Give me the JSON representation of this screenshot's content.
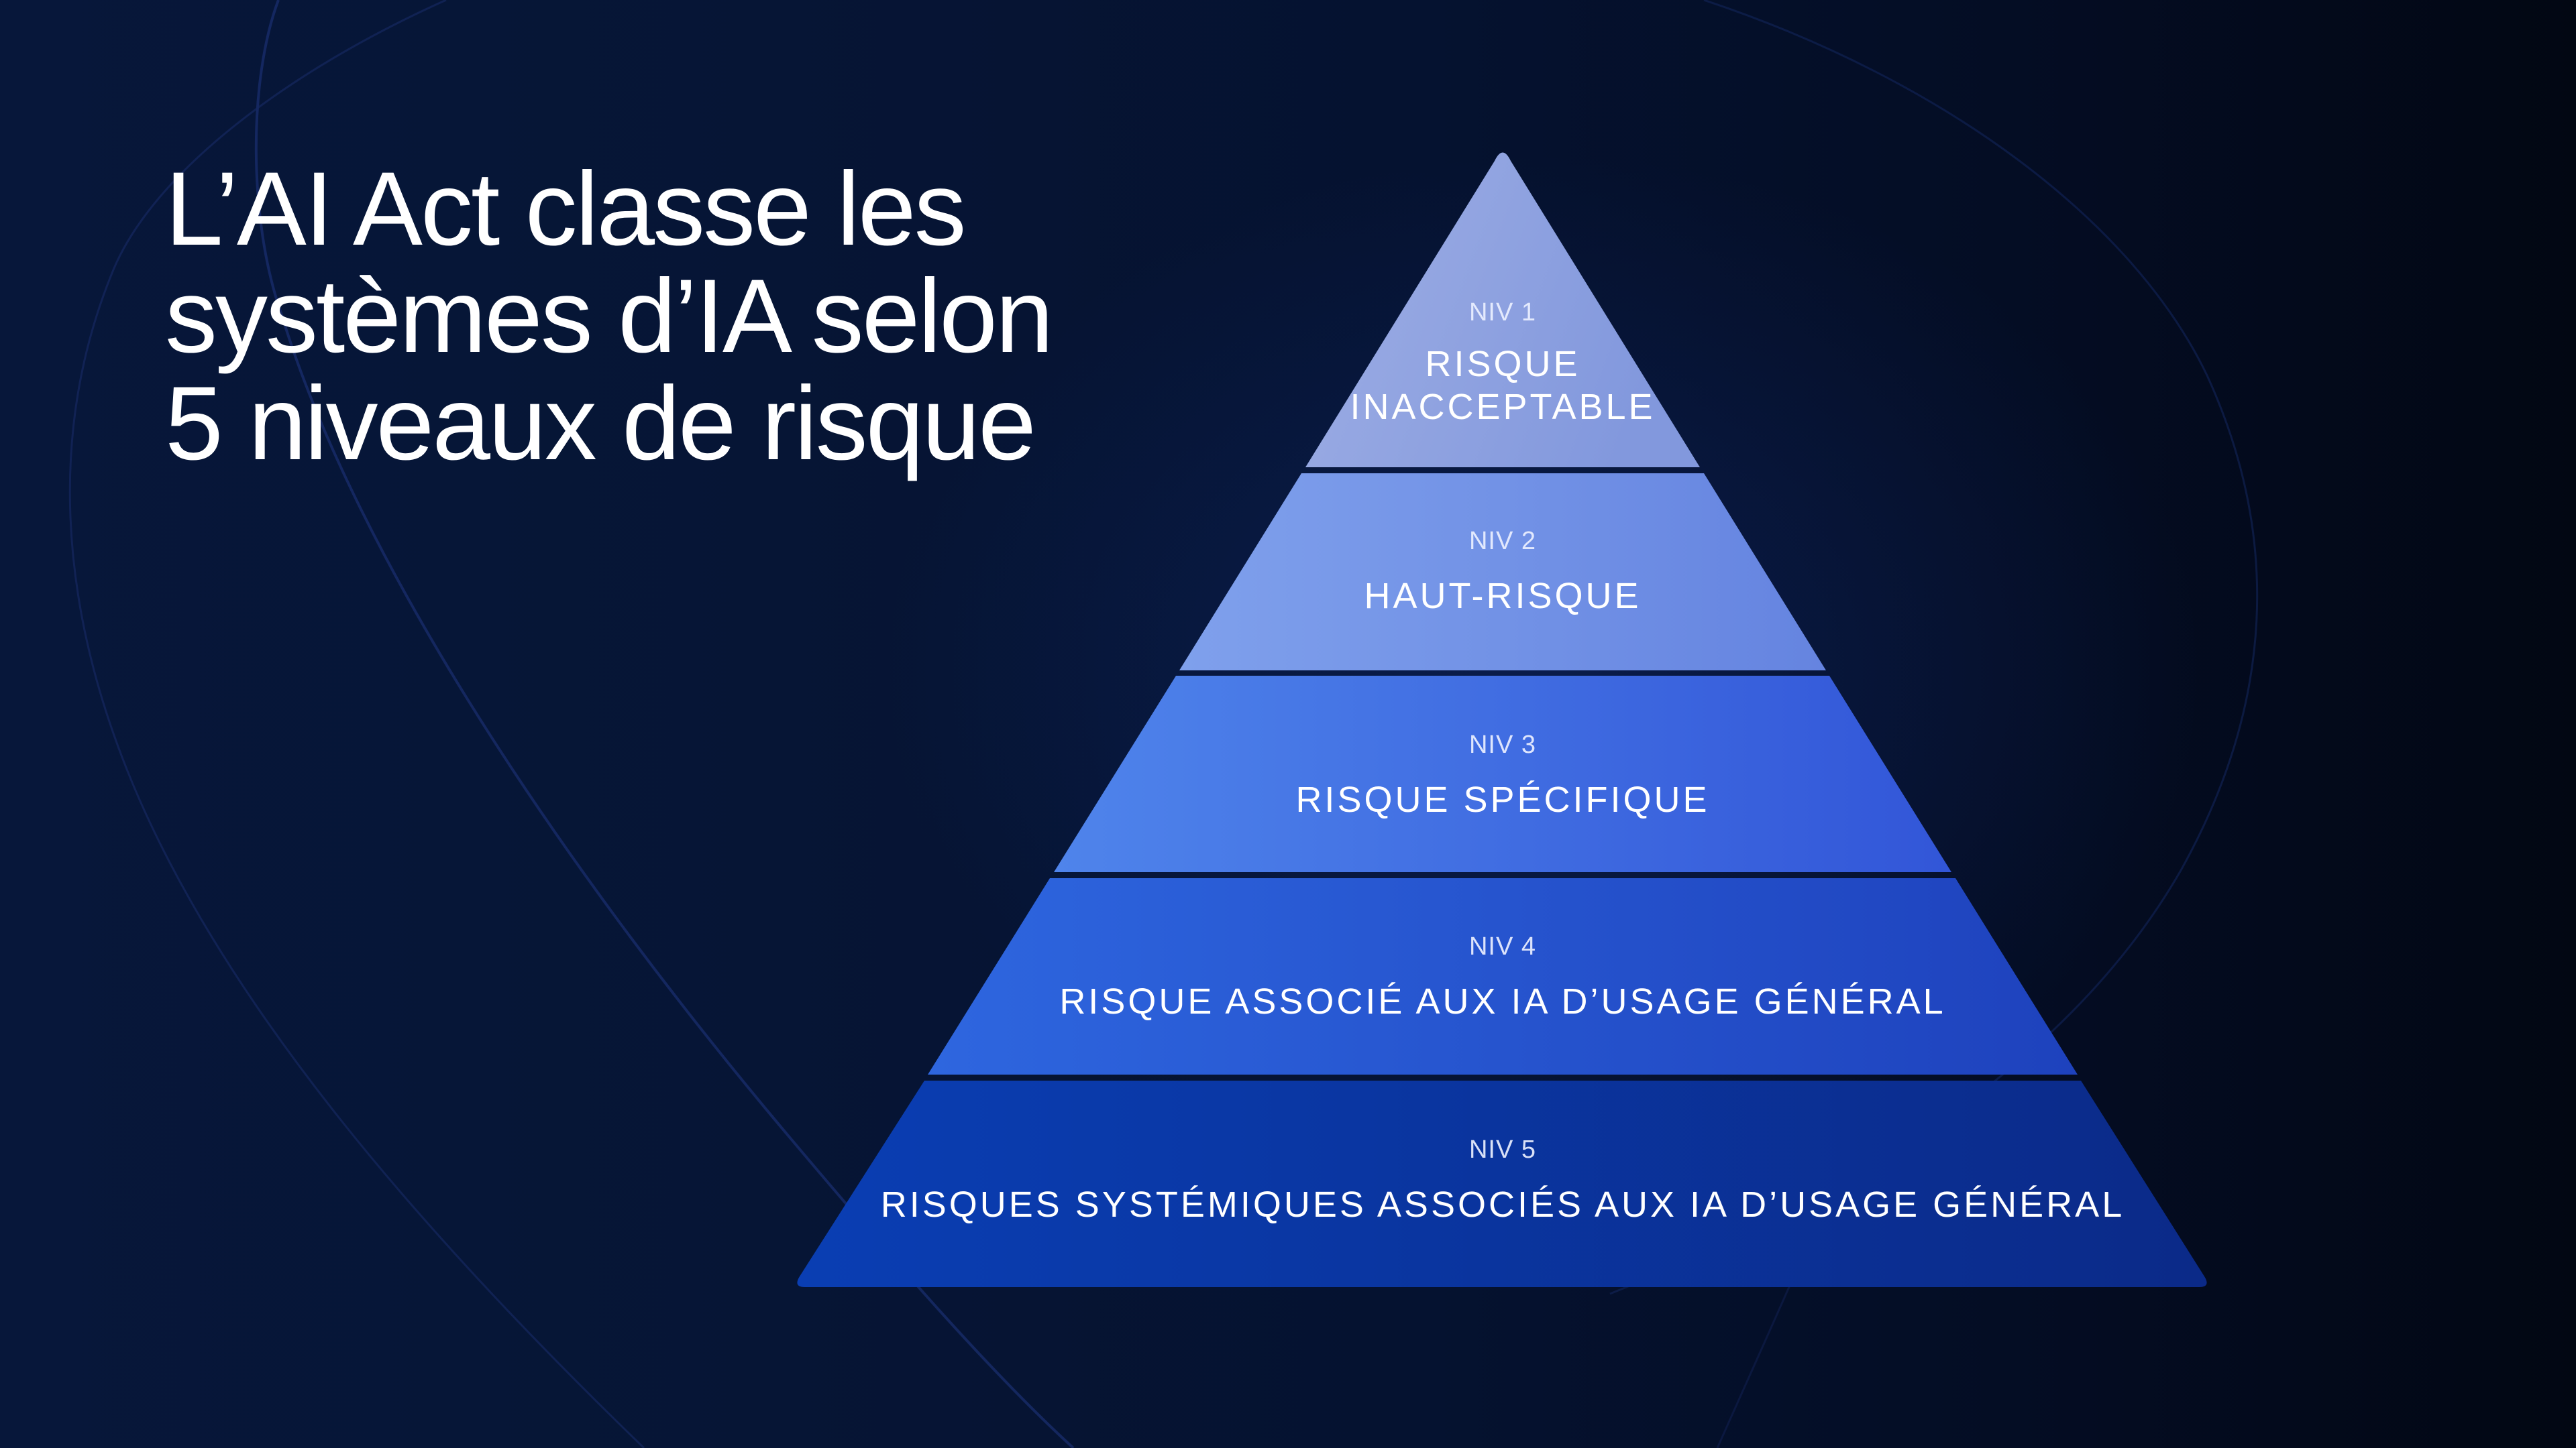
{
  "title": {
    "lines": [
      "L’AI Act classe les",
      "systèmes d’IA selon",
      "5 niveaux de risque"
    ]
  },
  "pyramid": {
    "levels": [
      {
        "niv": "NIV 1",
        "name_lines": [
          "RISQUE",
          "INACCEPTABLE"
        ],
        "color_left": "#98a8e2",
        "color_right": "#8399de"
      },
      {
        "niv": "NIV 2",
        "name_lines": [
          "HAUT-RISQUE"
        ],
        "color_left": "#7b9ceb",
        "color_right": "#6585e0"
      },
      {
        "niv": "NIV 3",
        "name_lines": [
          "RISQUE SPÉCIFIQUE"
        ],
        "color_left": "#4d82ea",
        "color_right": "#3357d9"
      },
      {
        "niv": "NIV 4",
        "name_lines": [
          "RISQUE ASSOCIÉ AUX IA D’USAGE GÉNÉRAL"
        ],
        "color_left": "#2d63de",
        "color_right": "#1f44c0"
      },
      {
        "niv": "NIV 5",
        "name_lines": [
          "RISQUES SYSTÉMIQUES ASSOCIÉS AUX IA D’USAGE GÉNÉRAL"
        ],
        "color_left": "#0a3db2",
        "color_right": "#0b2a8a"
      }
    ]
  },
  "colors": {
    "background": "#06142f",
    "text": "#ffffff",
    "separator": "#06122c"
  }
}
